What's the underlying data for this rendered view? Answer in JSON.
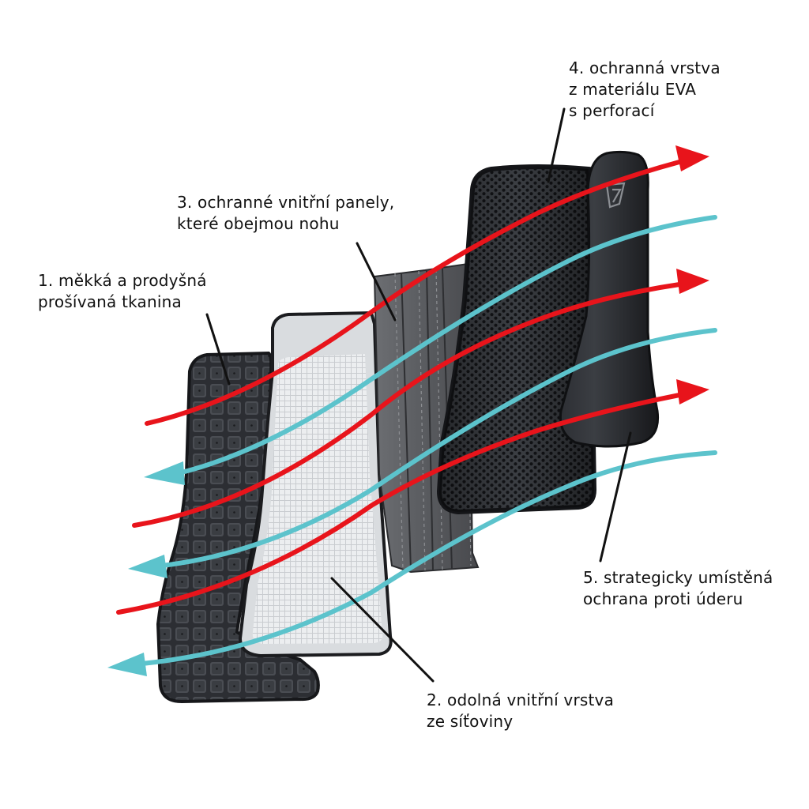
{
  "labels": [
    {
      "id": "1",
      "lines": [
        "1. měkká a prodyšná",
        "prošívaná tkanina"
      ]
    },
    {
      "id": "2",
      "lines": [
        "2. odolná vnitřní vrstva",
        "ze síťoviny"
      ]
    },
    {
      "id": "3",
      "lines": [
        "3. ochranné vnitřní panely,",
        "které obejmou nohu"
      ]
    },
    {
      "id": "4",
      "lines": [
        "4. ochranná vrstva",
        "z materiálu EVA",
        "s perforací"
      ]
    },
    {
      "id": "5",
      "lines": [
        "5. strategicky umístěná",
        "ochrana proti úderu"
      ]
    }
  ],
  "colors": {
    "hot_air_arrow": "#e8141b",
    "cool_air_arrow": "#5cc3cc",
    "fabric_dark": "#2b2d31",
    "mesh_light": "#e6e8ea",
    "panel_gray": "#5a5c60",
    "eva_black": "#1e2024",
    "guard_black": "#26282c"
  },
  "icons": [
    "logo-mark-icon"
  ]
}
